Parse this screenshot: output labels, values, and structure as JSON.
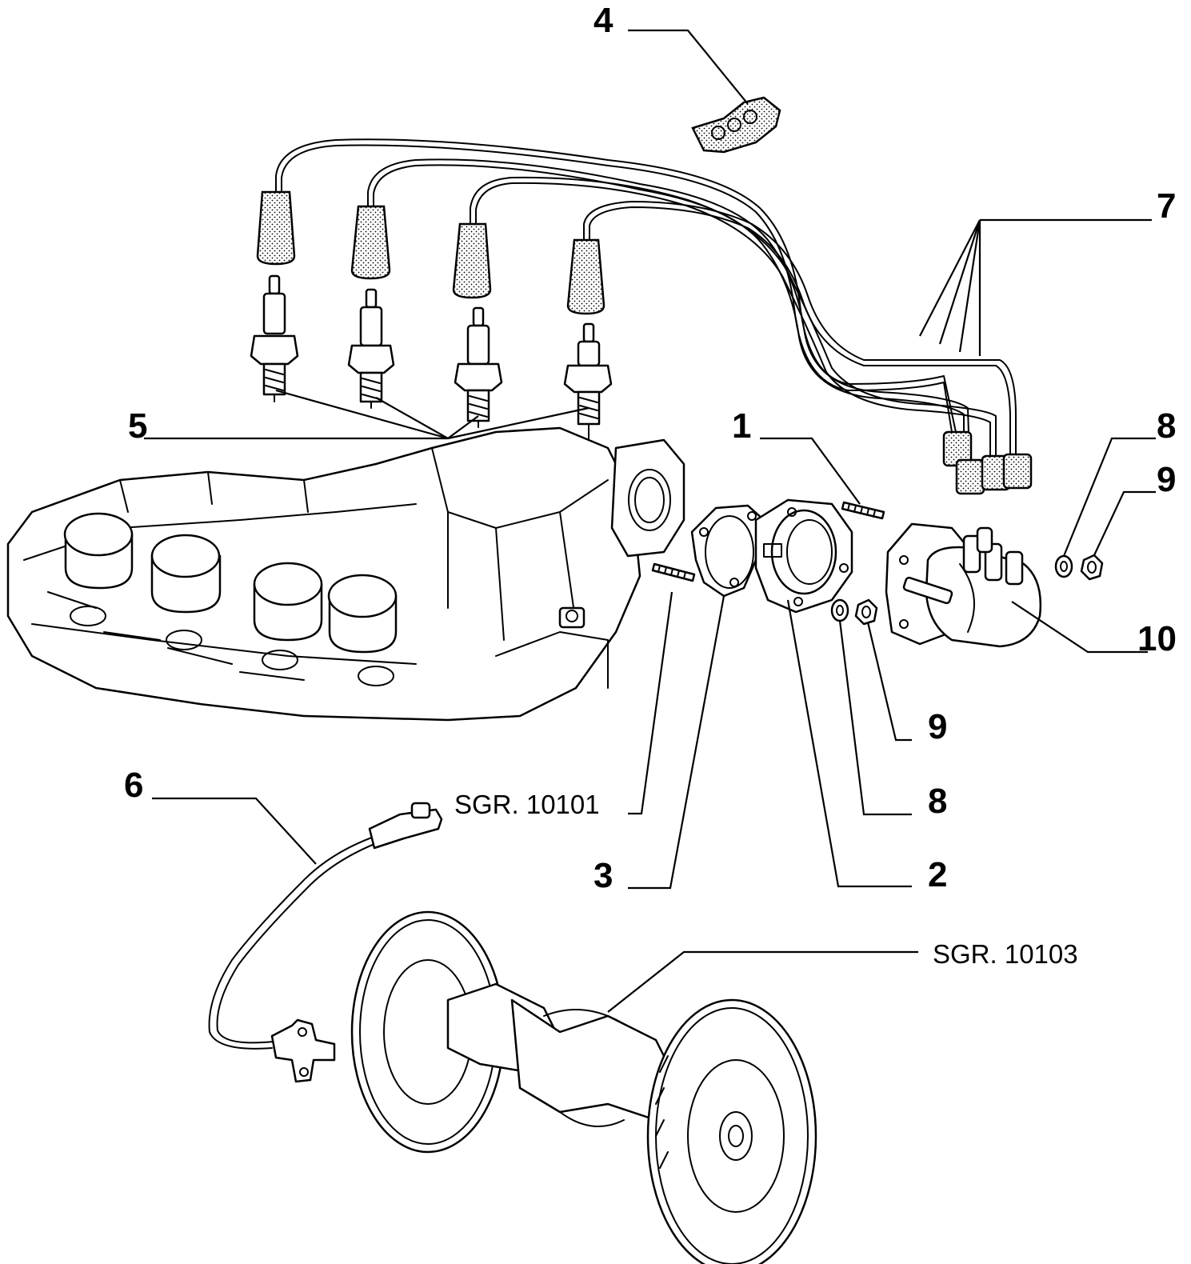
{
  "callouts": {
    "c1": "1",
    "c2": "2",
    "c3": "3",
    "c4": "4",
    "c5": "5",
    "c6": "6",
    "c7": "7",
    "c8_top": "8",
    "c8_bottom": "8",
    "c9_top": "9",
    "c9_bottom": "9",
    "c10": "10"
  },
  "references": {
    "sgr_10101": "SGR. 10101",
    "sgr_10103": "SGR. 10103"
  },
  "colors": {
    "line": "#000000",
    "background": "#ffffff"
  }
}
